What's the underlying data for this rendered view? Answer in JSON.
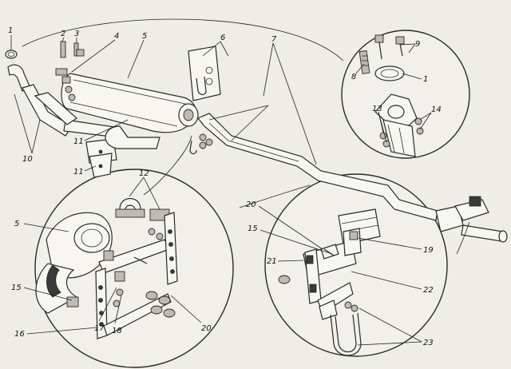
{
  "labels": {
    "l1a": "1",
    "l2": "2",
    "l3": "3",
    "l4": "4",
    "l5a": "5",
    "l6": "6",
    "l7": "7",
    "l8": "8",
    "l9": "9",
    "l1b": "1",
    "l10": "10",
    "l11a": "11",
    "l11b": "11",
    "l12": "12",
    "l13": "13",
    "l14": "14",
    "l5b": "5",
    "l15a": "15",
    "l16": "16",
    "l17": "17",
    "l18": "18",
    "l20a": "20",
    "l20b": "20",
    "l15b": "15",
    "l21": "21",
    "l19": "19",
    "l22": "22",
    "l23": "23"
  }
}
